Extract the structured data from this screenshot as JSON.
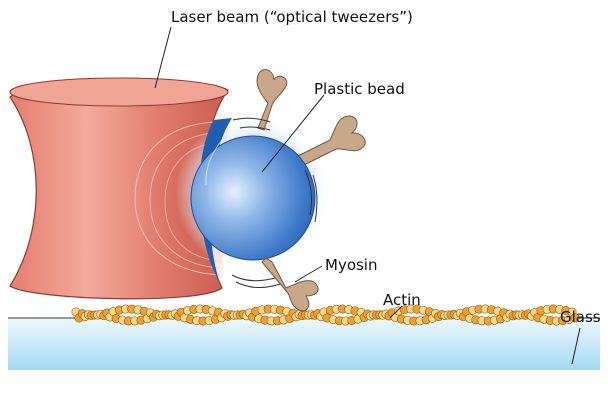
{
  "labels": {
    "laser": "Laser beam (“optical tweezers”)",
    "bead": "Plastic bead",
    "myosin": "Myosin",
    "actin": "Actin",
    "glass": "Glass"
  },
  "colors": {
    "laser_fill": "#e8897a",
    "laser_dark": "#c9584b",
    "laser_light": "#f6c7bd",
    "laser_outline": "#8a3b33",
    "bead_light": "#c9def5",
    "bead_mid": "#5b8fd6",
    "bead_dark": "#1f5fb0",
    "bead_glow": "#cfe0f7",
    "myosin": "#c9a88a",
    "myosin_outline": "#6f5642",
    "actin_light": "#f7d88a",
    "actin_dark": "#f0a030",
    "glass_top": "#e9f5fb",
    "glass_bottom": "#9fd7f2"
  }
}
